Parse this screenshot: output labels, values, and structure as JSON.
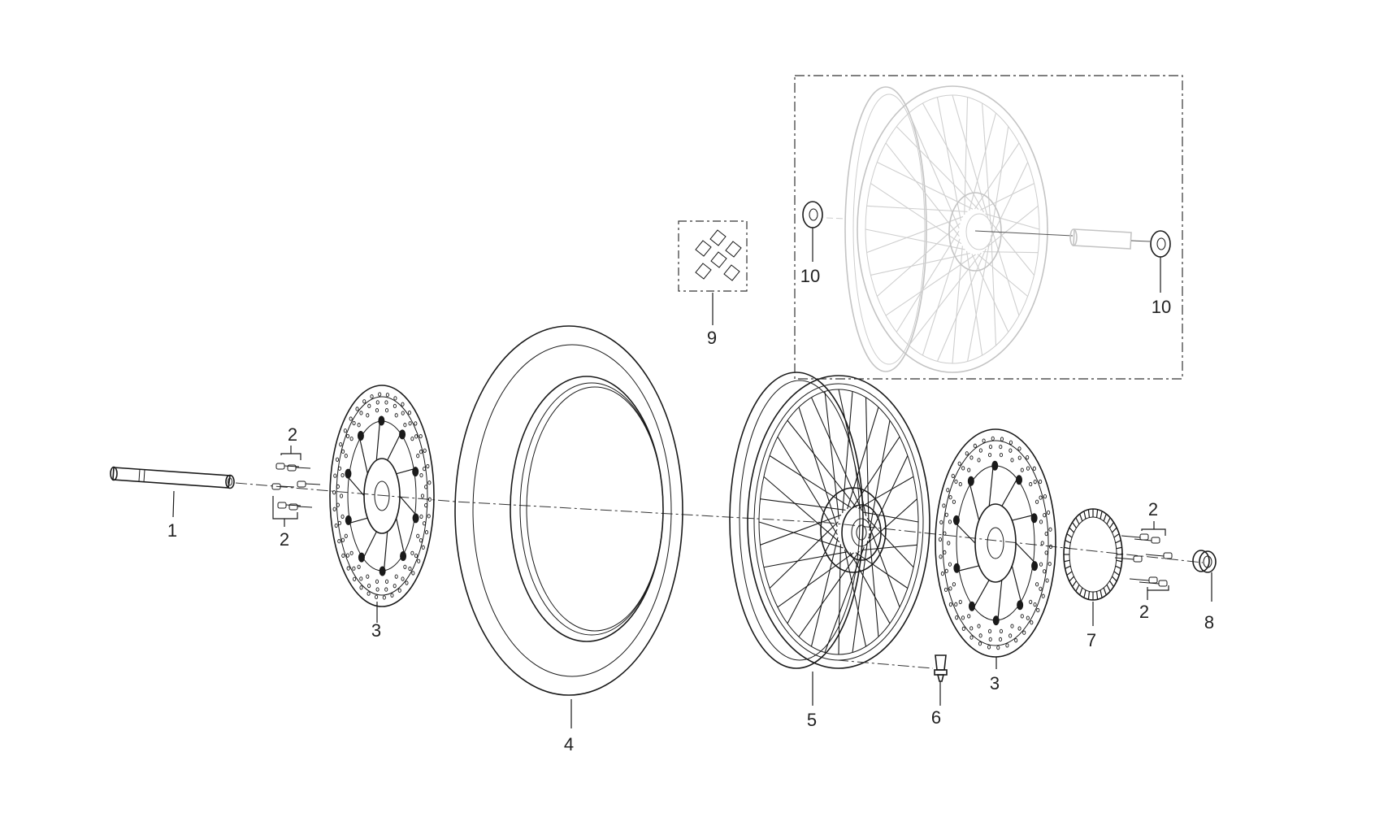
{
  "diagram": {
    "callouts": {
      "p1": "1",
      "p2a": "2",
      "p2b": "2",
      "p2c": "2",
      "p2d": "2",
      "p3a": "3",
      "p3b": "3",
      "p4": "4",
      "p5": "5",
      "p6": "6",
      "p7": "7",
      "p8": "8",
      "p9": "9",
      "p10a": "10",
      "p10b": "10"
    }
  }
}
